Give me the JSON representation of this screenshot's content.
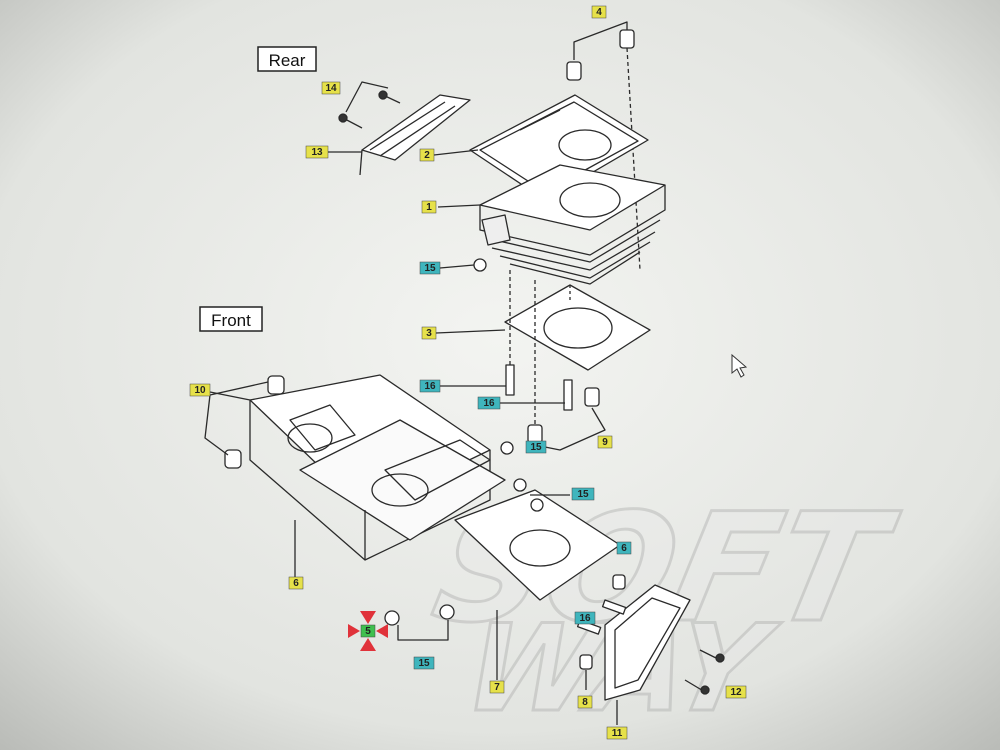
{
  "labels": {
    "rear": "Rear",
    "front": "Front"
  },
  "colors": {
    "yellow": "#e6e14a",
    "teal": "#3fb5bd",
    "green": "#3fbf4f",
    "red": "#e0323a",
    "line": "#2a2a2a"
  },
  "callouts": {
    "c1": "1",
    "c2": "2",
    "c3": "3",
    "c4": "4",
    "c5": "5",
    "c6a": "6",
    "c6b": "6",
    "c7": "7",
    "c8": "8",
    "c9": "9",
    "c10": "10",
    "c11": "11",
    "c12": "12",
    "c13": "13",
    "c14": "14",
    "c15a": "15",
    "c15b": "15",
    "c15c": "15",
    "c15d": "15",
    "c16a": "16",
    "c16b": "16",
    "c16c": "16"
  }
}
